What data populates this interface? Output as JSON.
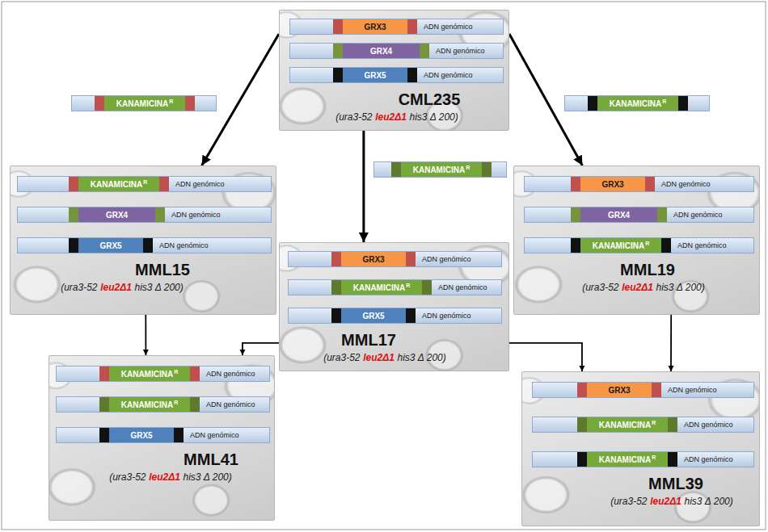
{
  "diagram": {
    "nodes": [
      {
        "text": [
          "CML235",
          "(ura3-52",
          "leu2Δ1",
          "his3 Δ 200)"
        ]
      },
      {
        "text": [
          "GRX3",
          "ADN genómico"
        ],
        "in": 0
      },
      {
        "text": [
          "GRX4",
          "ADN genómico"
        ],
        "in": 0
      },
      {
        "text": [
          "GRX5",
          "ADN genómico"
        ],
        "in": 0
      },
      {
        "text": [
          "KANAMICINA",
          "R"
        ]
      },
      {
        "text": [
          "KANAMICINA",
          "R"
        ]
      },
      {
        "text": [
          "KANAMICINA",
          "R"
        ]
      },
      {
        "text": [
          "MML15",
          "(ura3-52",
          "leu2Δ1",
          "his3 Δ 200)"
        ]
      },
      {
        "text": [
          "KANAMICINA",
          "R",
          "ADN genómico"
        ],
        "in": 7
      },
      {
        "text": [
          "GRX4",
          "ADN genómico"
        ],
        "in": 7
      },
      {
        "text": [
          "GRX5",
          "ADN genómico"
        ],
        "in": 7
      },
      {
        "text": [
          "MML17",
          "(ura3-52",
          "leu2Δ1",
          "his3 Δ 200)"
        ]
      },
      {
        "text": [
          "GRX3",
          "ADN genómico"
        ],
        "in": 11
      },
      {
        "text": [
          "KANAMICINA",
          "R",
          "ADN genómico"
        ],
        "in": 11
      },
      {
        "text": [
          "GRX5",
          "ADN genómico"
        ],
        "in": 11
      },
      {
        "text": [
          "MML19",
          "(ura3-52",
          "leu2Δ1",
          "his3 Δ 200)"
        ]
      },
      {
        "text": [
          "GRX3",
          "ADN genómico"
        ],
        "in": 15
      },
      {
        "text": [
          "GRX4",
          "ADN genómico"
        ],
        "in": 15
      },
      {
        "text": [
          "KANAMICINA",
          "R",
          "ADN genómico"
        ],
        "in": 15
      },
      {
        "text": [
          "MML41",
          "(ura3-52",
          "leu2Δ1",
          "his3 Δ 200)"
        ]
      },
      {
        "text": [
          "KANAMICINA",
          "R",
          "ADN genómico"
        ],
        "in": 19
      },
      {
        "text": [
          "KANAMICINA",
          "R",
          "ADN genómico"
        ],
        "in": 19
      },
      {
        "text": [
          "GRX5",
          "ADN genómico"
        ],
        "in": 19
      },
      {
        "text": [
          "MML39",
          "(ura3-52",
          "leu2Δ1",
          "his3 Δ 200)"
        ]
      },
      {
        "text": [
          "GRX3",
          "ADN genómico"
        ],
        "in": 23
      },
      {
        "text": [
          "KANAMICINA",
          "R",
          "ADN genómico"
        ],
        "in": 23
      },
      {
        "text": [
          "KANAMICINA",
          "R",
          "ADN genómico"
        ],
        "in": 23
      }
    ],
    "edges": [
      {
        "from": 0,
        "to": 7,
        "arrow": "to"
      },
      {
        "from": 0,
        "to": 11,
        "arrow": "to"
      },
      {
        "from": 0,
        "to": 15,
        "arrow": "to"
      },
      {
        "from": 7,
        "to": 19,
        "arrow": "to"
      },
      {
        "from": 11,
        "to": 19,
        "arrow": "to"
      },
      {
        "from": 11,
        "to": 23,
        "arrow": "to"
      },
      {
        "from": 15,
        "to": 23,
        "arrow": "to"
      }
    ]
  }
}
